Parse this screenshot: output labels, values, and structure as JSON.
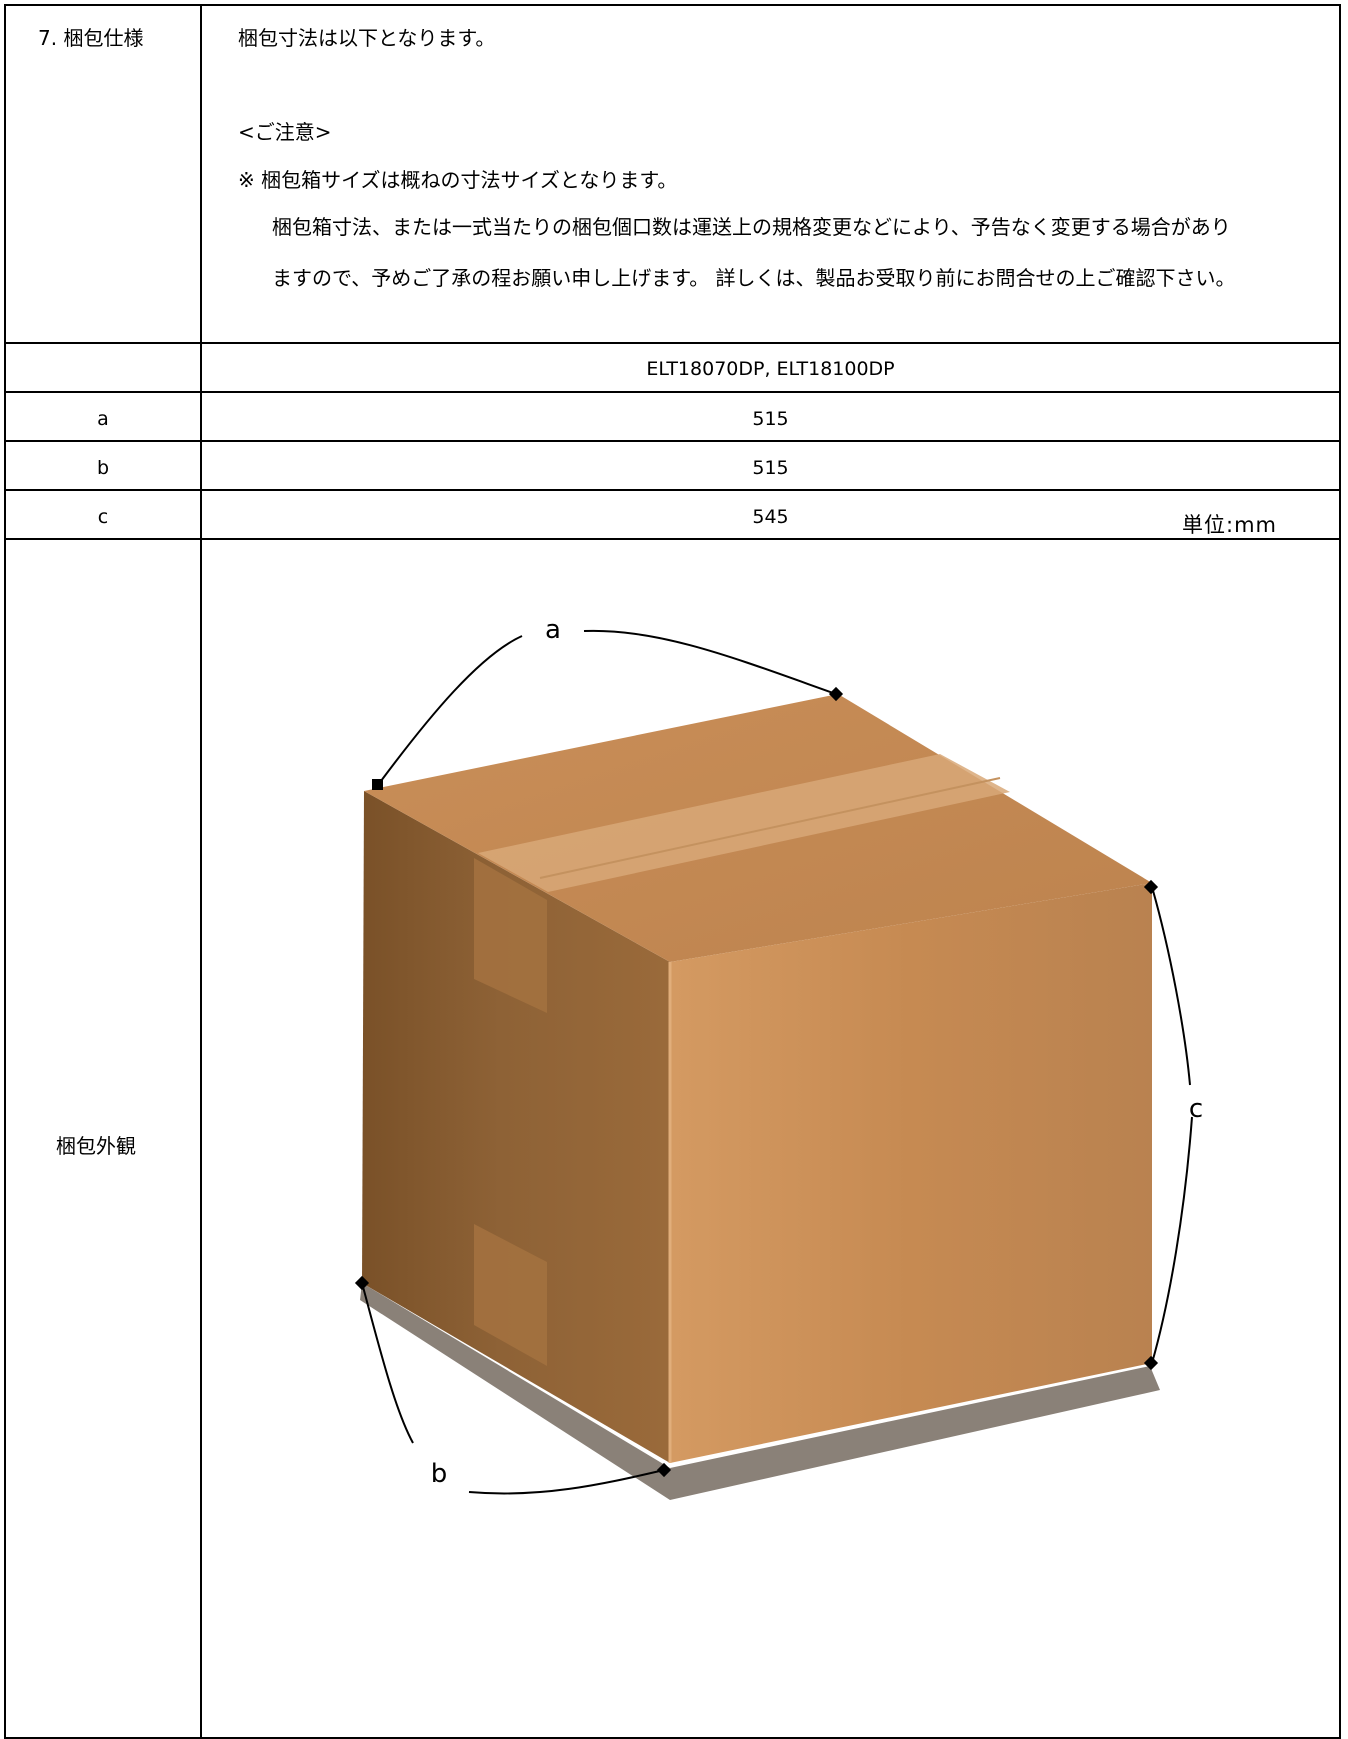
{
  "section": {
    "label": "7. 梱包仕様",
    "intro": "梱包寸法は以下となります。",
    "notice_title": "<ご注意>",
    "notice_line1": "※ 梱包箱サイズは概ねの寸法サイズとなります。",
    "notice_line2": "梱包箱寸法、または一式当たりの梱包個口数は運送上の規格変更などにより、予告なく変更する場合があり",
    "notice_line3": "ますので、予めご了承の程お願い申し上げます。 詳しくは、製品お受取り前にお問合せの上ご確認下さい。"
  },
  "dimensions": {
    "model_header": "ELT18070DP, ELT18100DP",
    "rows": [
      {
        "label": "a",
        "value": "515"
      },
      {
        "label": "b",
        "value": "515"
      },
      {
        "label": "c",
        "value": "545"
      }
    ],
    "unit": "単位:mm"
  },
  "appearance": {
    "label": "梱包外観",
    "figure_labels": {
      "a": "a",
      "b": "b",
      "c": "c"
    },
    "colors": {
      "box_front": "#c98f58",
      "box_side": "#8a5f33",
      "box_top": "#c28752",
      "tape": "#d6a574"
    }
  }
}
